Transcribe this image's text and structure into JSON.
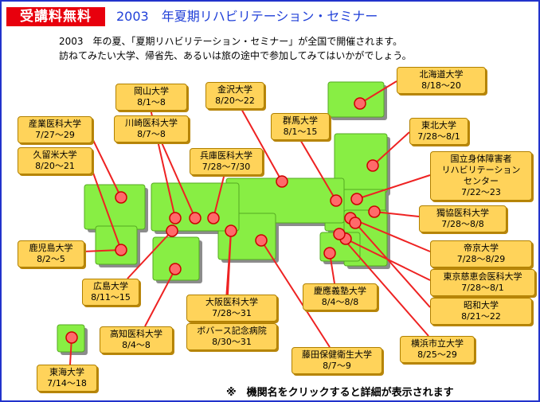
{
  "header": {
    "badge": "受講料無料",
    "title": "2003　年夏期リハビリテーション・セミナー"
  },
  "intro": {
    "line1": "2003　年の夏、「夏期リハビリテーション・セミナー」が全国で開催されます。",
    "line2": "訪ねてみたい大学、帰省先、あるいは旅の途中で参加してみてはいかがでしょう。"
  },
  "colors": {
    "land": "#88ee44",
    "marker": "#ff6a6a",
    "line": "#ee2222",
    "box": "#ffd35a",
    "title": "#1f3fd8",
    "badge": "#e8000d"
  },
  "seminars": [
    {
      "id": "sangyo",
      "name": "産業医科大学",
      "dates": "7/27〜29"
    },
    {
      "id": "kurume",
      "name": "久留米大学",
      "dates": "8/20〜21"
    },
    {
      "id": "okayama",
      "name": "岡山大学",
      "dates": "8/1〜8"
    },
    {
      "id": "kawasaki",
      "name": "川崎医科大学",
      "dates": "8/7〜8"
    },
    {
      "id": "kanazawa",
      "name": "金沢大学",
      "dates": "8/20〜22"
    },
    {
      "id": "hyogo",
      "name": "兵庫医科大学",
      "dates": "7/28〜7/30"
    },
    {
      "id": "gunma",
      "name": "群馬大学",
      "dates": "8/1〜15"
    },
    {
      "id": "hokkaido",
      "name": "北海道大学",
      "dates": "8/18〜20"
    },
    {
      "id": "tohoku",
      "name": "東北大学",
      "dates": "7/28〜8/1"
    },
    {
      "id": "kokuritsu",
      "name": "国立身体障害者\nリハビリテーション\nセンター",
      "dates": "7/22〜23"
    },
    {
      "id": "dokkyo",
      "name": "獨協医科大学",
      "dates": "7/28〜8/8"
    },
    {
      "id": "teikyo",
      "name": "帝京大学",
      "dates": "7/28〜8/29"
    },
    {
      "id": "jikei",
      "name": "東京慈恵会医科大学",
      "dates": "7/28〜8/1"
    },
    {
      "id": "showa",
      "name": "昭和大学",
      "dates": "8/21〜22"
    },
    {
      "id": "yokohama",
      "name": "横浜市立大学",
      "dates": "8/25〜29"
    },
    {
      "id": "fujita",
      "name": "藤田保健衛生大学",
      "dates": "8/7〜9"
    },
    {
      "id": "keio",
      "name": "慶應義塾大学",
      "dates": "8/4〜8/8"
    },
    {
      "id": "osaka",
      "name": "大阪医科大学",
      "dates": "7/28〜31"
    },
    {
      "id": "bobath",
      "name": "ボバース記念病院",
      "dates": "8/30〜31"
    },
    {
      "id": "kochi",
      "name": "高知医科大学",
      "dates": "8/4〜8"
    },
    {
      "id": "hiroshima",
      "name": "広島大学",
      "dates": "8/11〜15"
    },
    {
      "id": "kagoshima",
      "name": "鹿児島大学",
      "dates": "8/2〜5"
    },
    {
      "id": "tokai",
      "name": "東海大学",
      "dates": "7/14〜18"
    }
  ],
  "note": "※　機関名をクリックすると詳細が表示されます"
}
